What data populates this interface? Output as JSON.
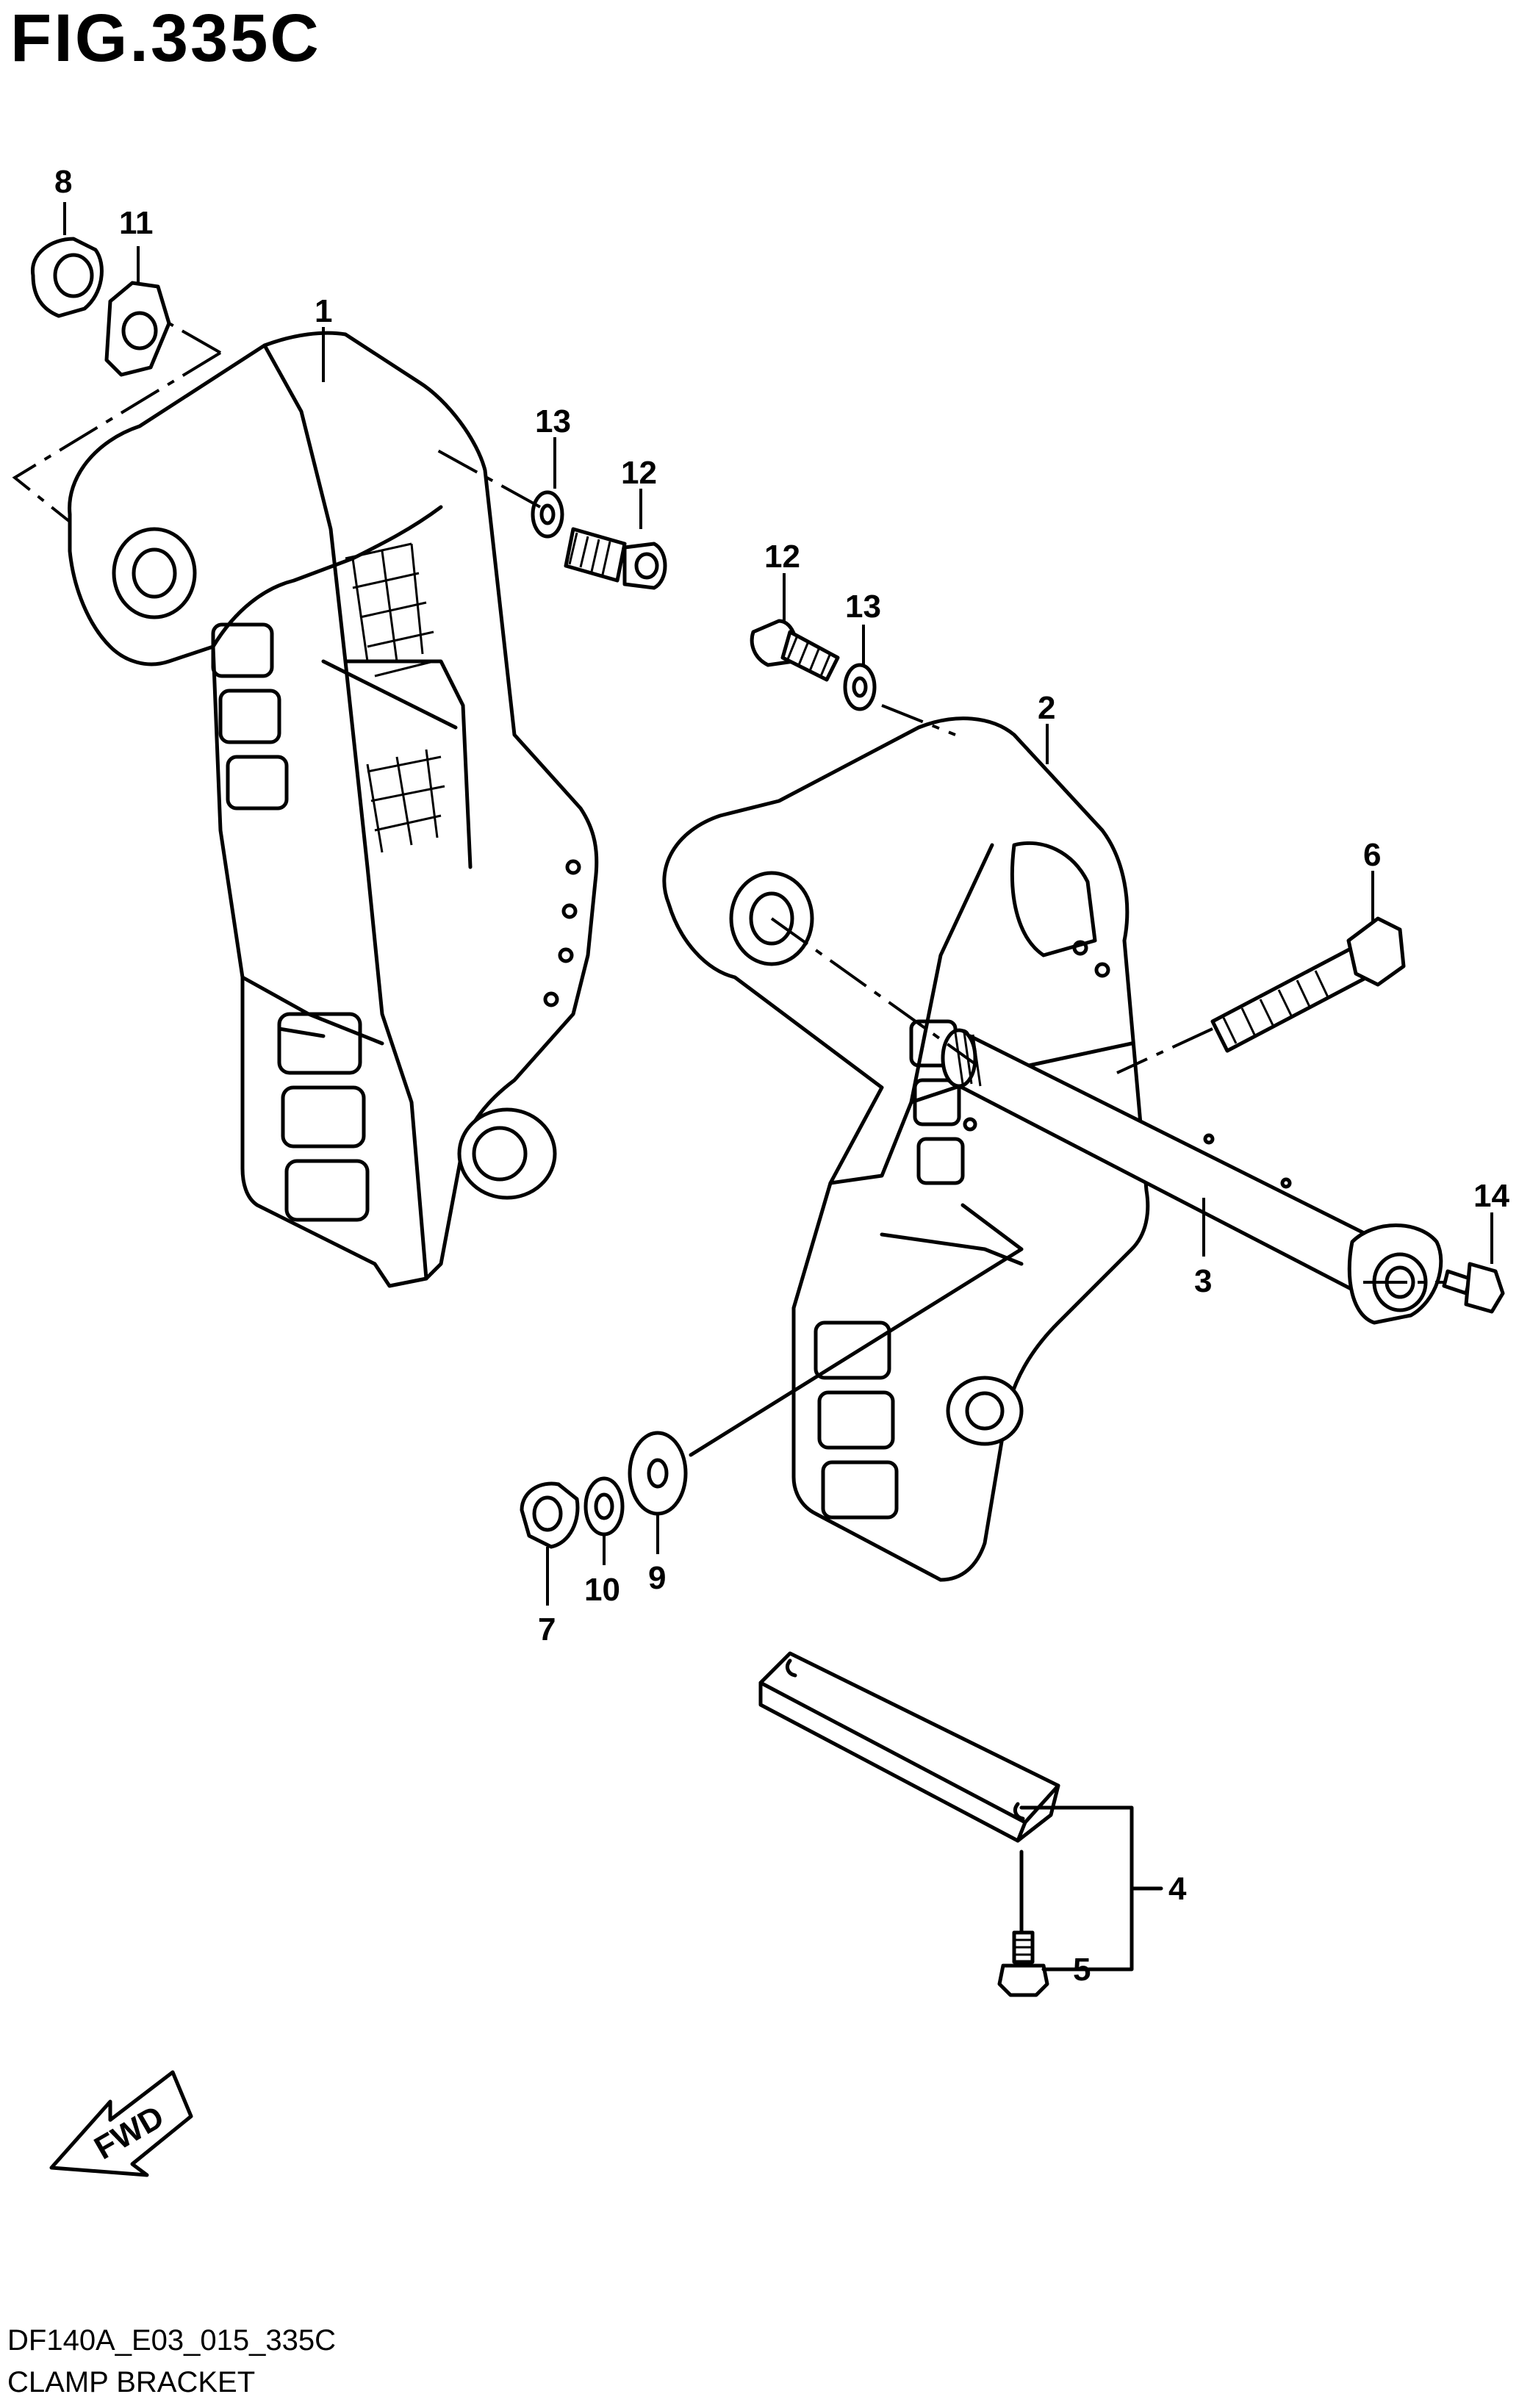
{
  "figure": {
    "title": "FIG.335C",
    "code": "DF140A_E03_015_335C",
    "name": "CLAMP BRACKET",
    "direction_label": "FWD"
  },
  "parts": [
    {
      "ref": "1"
    },
    {
      "ref": "2"
    },
    {
      "ref": "3"
    },
    {
      "ref": "4"
    },
    {
      "ref": "5"
    },
    {
      "ref": "6"
    },
    {
      "ref": "7"
    },
    {
      "ref": "8"
    },
    {
      "ref": "9"
    },
    {
      "ref": "10"
    },
    {
      "ref": "11"
    },
    {
      "ref": "12"
    },
    {
      "ref": "13"
    },
    {
      "ref": "12"
    },
    {
      "ref": "13"
    },
    {
      "ref": "14"
    }
  ]
}
